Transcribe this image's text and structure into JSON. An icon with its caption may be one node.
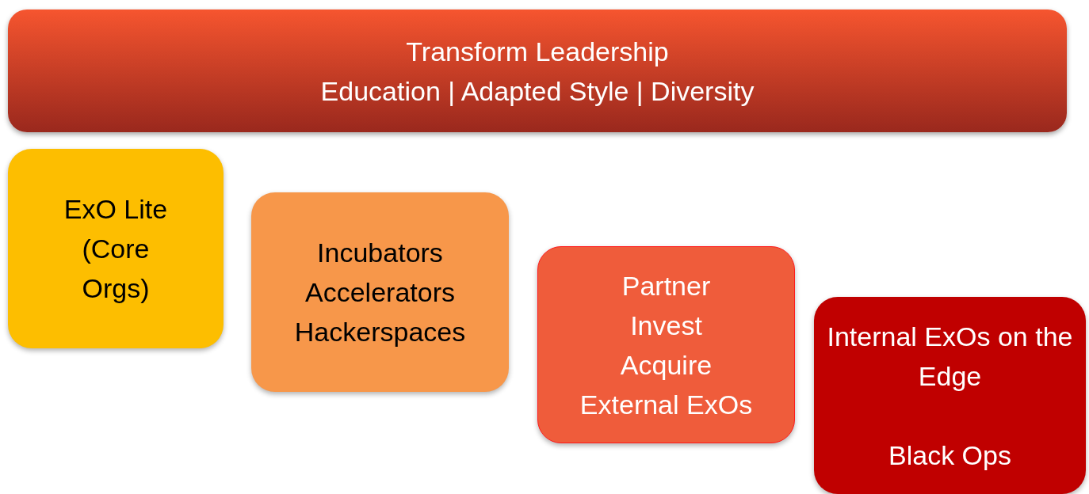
{
  "diagram": {
    "nodes": [
      {
        "text": [
          "Transform Leadership",
          "Education | Adapted Style | Diversity"
        ]
      },
      {
        "text": [
          "ExO Lite (Core Orgs)"
        ]
      },
      {
        "text": [
          "Incubators",
          "Accelerators",
          "Hackerspaces"
        ]
      },
      {
        "text": [
          "Partner",
          "Invest",
          "Acquire",
          "External ExOs"
        ]
      },
      {
        "text": [
          "Internal ExOs on the Edge",
          "Black Ops"
        ]
      }
    ]
  }
}
